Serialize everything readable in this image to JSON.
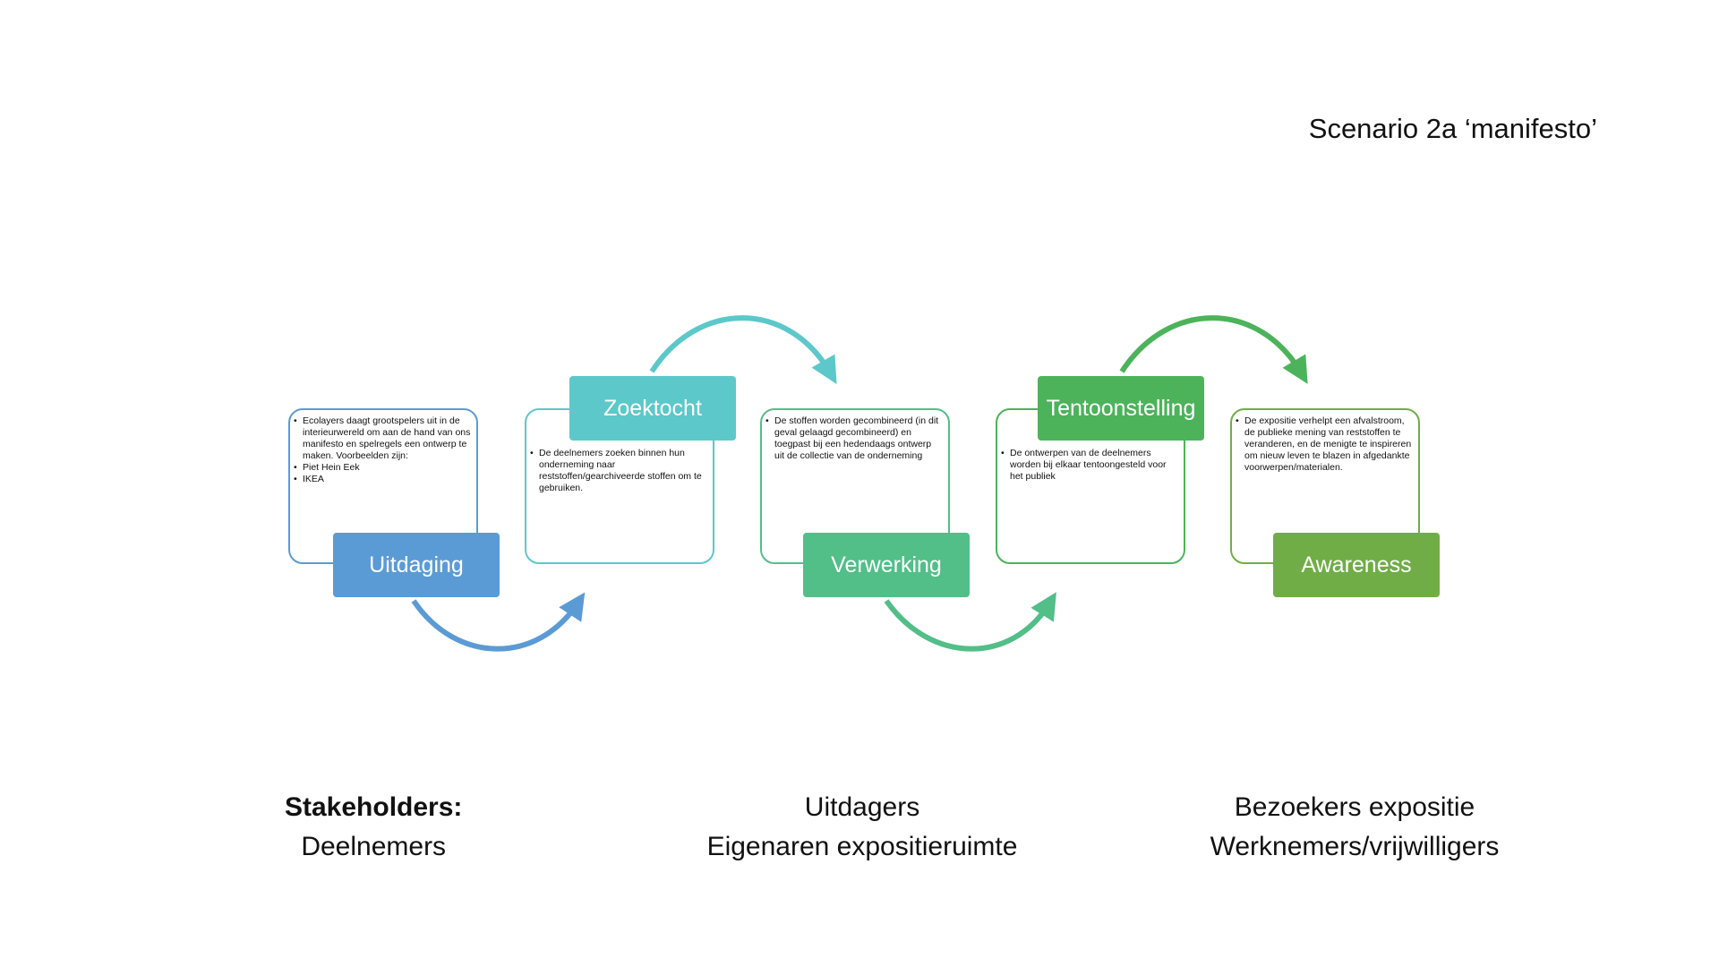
{
  "title": "Scenario 2a ‘manifesto’",
  "steps": [
    {
      "label": "Uitdaging",
      "color": "#5B9BD5",
      "bullets": [
        "Ecolayers daagt grootspelers uit in de interieurwereld om aan de hand van ons manifesto en spelregels een ontwerp te maken. Voorbeelden zijn:",
        "Piet Hein Eek",
        "IKEA"
      ]
    },
    {
      "label": "Zoektocht",
      "color": "#5CC8CA",
      "bullets": [
        "De deelnemers zoeken binnen hun onderneming naar reststoffen/gearchiveerde stoffen om te gebruiken."
      ]
    },
    {
      "label": "Verwerking",
      "color": "#52BE88",
      "bullets": [
        "De stoffen worden gecombineerd (in dit geval gelaagd gecombineerd) en toegpast bij een hedendaags ontwerp uit de collectie van de onderneming"
      ]
    },
    {
      "label": "Tentoonstelling",
      "color": "#4CB35A",
      "bullets": [
        "De ontwerpen van de deelnemers worden bij elkaar tentoongesteld voor het publiek"
      ]
    },
    {
      "label": "Awareness",
      "color": "#70AD47",
      "bullets": [
        "De expositie verhelpt een afvalstroom, de publieke mening van reststoffen te veranderen, en de menigte te inspireren om nieuw leven te blazen in afgedankte voorwerpen/materialen."
      ]
    }
  ],
  "stakeholders": {
    "heading": "Stakeholders:",
    "groups": [
      [
        "Deelnemers"
      ],
      [
        "Uitdagers",
        "Eigenaren expositieruimte"
      ],
      [
        "Bezoekers expositie",
        "Werknemers/vrijwilligers"
      ]
    ]
  }
}
